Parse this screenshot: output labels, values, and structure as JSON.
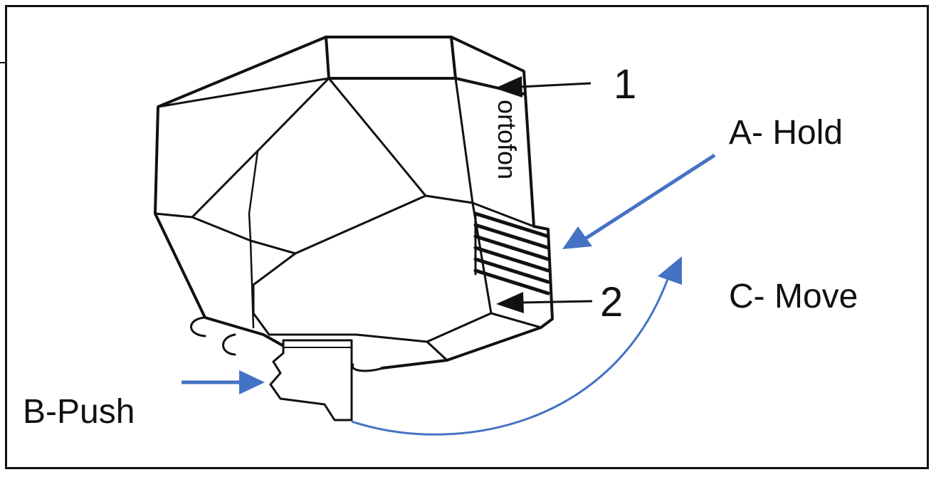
{
  "labels": {
    "callout_1": "1",
    "callout_2": "2",
    "step_a": "A- Hold",
    "step_b": "B-Push",
    "step_c": "C- Move"
  },
  "cartridge": {
    "brand_text": "ortofon"
  },
  "colors": {
    "outline": "#111111",
    "accent_arrow": "#4472c4",
    "background": "#ffffff"
  },
  "icons": [
    "black-arrow-icon",
    "blue-arrow-icon",
    "curved-arrow-icon"
  ]
}
